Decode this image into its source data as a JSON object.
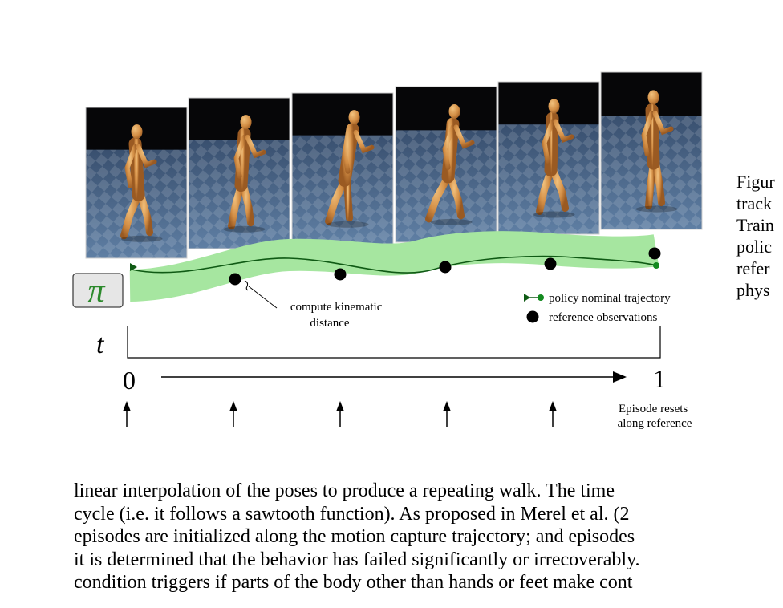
{
  "figure": {
    "policy_symbol": "π",
    "time_symbol": "t",
    "axis_start": "0",
    "axis_end": "1",
    "annotation": [
      "compute kinematic",
      "distance"
    ],
    "legend": {
      "trajectory_label": "policy nominal trajectory",
      "observations_label": "reference observations"
    },
    "reset_label": [
      "Episode resets",
      "along reference"
    ],
    "colors": {
      "band": "#a6e6a0",
      "trajectory": "#0f5a14",
      "observation": "#000000",
      "figure_skin": "#d7944a"
    },
    "frames": [
      {
        "pose": "walk-1"
      },
      {
        "pose": "walk-2"
      },
      {
        "pose": "walk-3"
      },
      {
        "pose": "walk-4"
      },
      {
        "pose": "walk-5"
      },
      {
        "pose": "walk-6"
      }
    ]
  },
  "caption": {
    "lines": [
      "Figur",
      "track",
      "Train",
      "polic",
      "refer",
      "phys"
    ]
  },
  "body": {
    "lines": [
      "linear interpolation of the poses to produce a repeating walk.  The time",
      "cycle (i.e. it follows a sawtooth function).  As proposed in Merel et al. (2",
      "episodes are initialized along the motion capture trajectory; and episodes",
      "it is determined that the behavior has failed significantly or irrecoverably.",
      "condition triggers if parts of the body other than hands or feet make cont"
    ]
  }
}
